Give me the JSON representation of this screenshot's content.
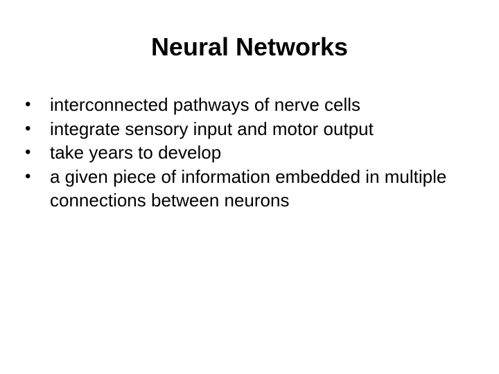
{
  "slide": {
    "title": "Neural Networks",
    "bullet_glyph": "•",
    "bullets": [
      "interconnected pathways of nerve cells",
      "integrate sensory input and motor output",
      "take years to develop",
      "a given piece of information embedded in multiple connections between neurons"
    ]
  }
}
